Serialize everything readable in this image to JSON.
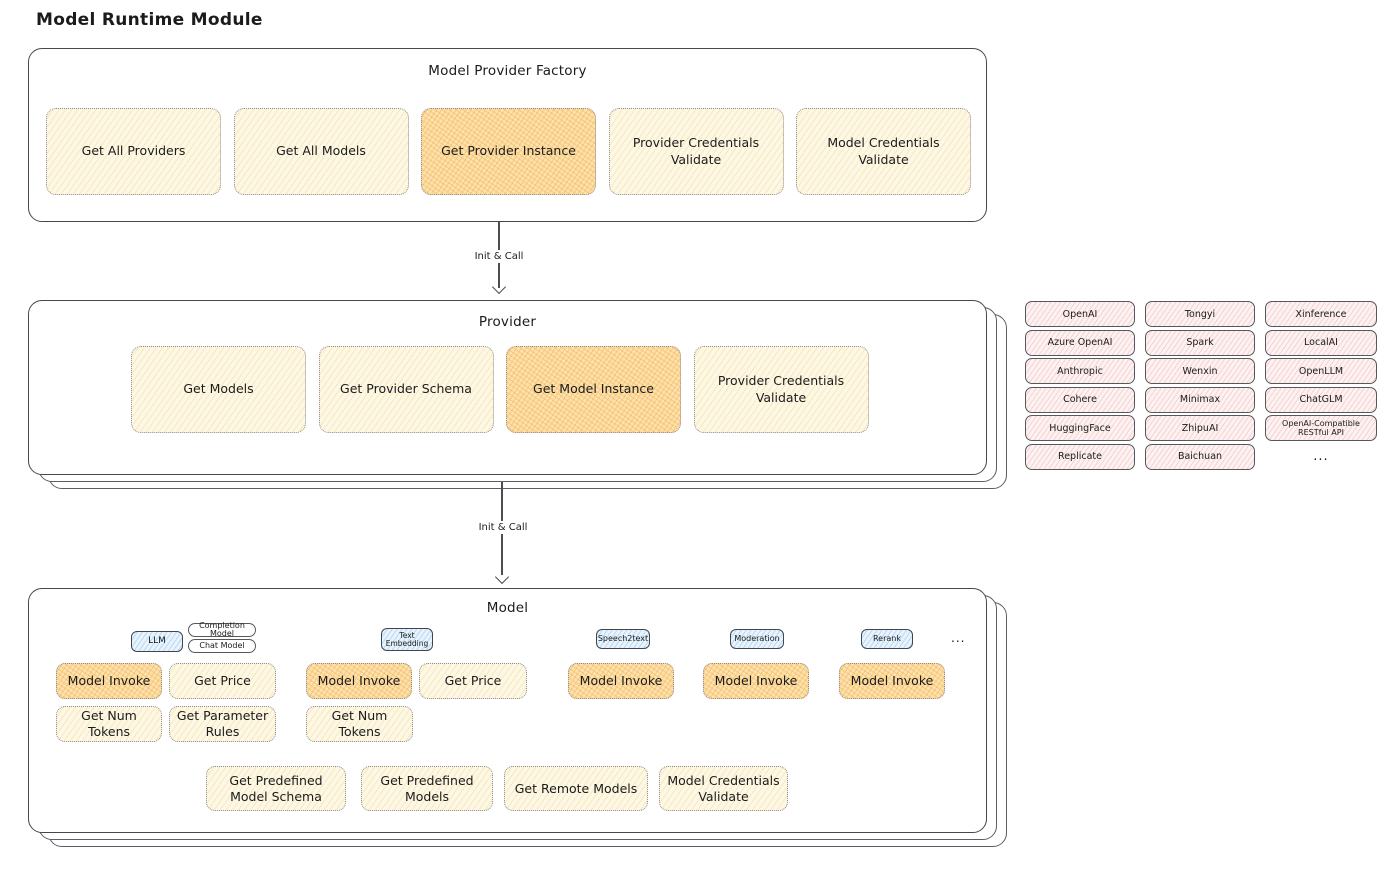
{
  "title": "Model Runtime Module",
  "colors": {
    "stroke": "#45484d",
    "text": "#1b1b1b",
    "yellow_fill": "#fdf8e6",
    "orange_highlight_fill": "#fbe2ae",
    "pink_fill": "#fdf2f2",
    "blue_fill": "#e8f3fc"
  },
  "factory": {
    "title": "Model Provider Factory",
    "boxes": [
      {
        "label": "Get All Providers",
        "highlight": false
      },
      {
        "label": "Get All Models",
        "highlight": false
      },
      {
        "label": "Get Provider Instance",
        "highlight": true
      },
      {
        "label": "Provider Credentials Validate",
        "highlight": false
      },
      {
        "label": "Model Credentials Validate",
        "highlight": false
      }
    ]
  },
  "arrow1": {
    "label": "Init & Call"
  },
  "arrow2": {
    "label": "Init & Call"
  },
  "provider": {
    "title": "Provider",
    "boxes": [
      {
        "label": "Get Models",
        "highlight": false
      },
      {
        "label": "Get Provider Schema",
        "highlight": false
      },
      {
        "label": "Get Model Instance",
        "highlight": true
      },
      {
        "label": "Provider Credentials Validate",
        "highlight": false
      }
    ]
  },
  "providers_list": {
    "col1": [
      "OpenAI",
      "Azure OpenAI",
      "Anthropic",
      "Cohere",
      "HuggingFace",
      "Replicate"
    ],
    "col2": [
      "Tongyi",
      "Spark",
      "Wenxin",
      "Minimax",
      "ZhipuAI",
      "Baichuan"
    ],
    "col3": [
      "Xinference",
      "LocalAI",
      "OpenLLM",
      "ChatGLM",
      "OpenAI-Compatible RESTful API"
    ],
    "more": "..."
  },
  "model": {
    "title": "Model",
    "tags": {
      "llm": "LLM",
      "completion": "Completion Model",
      "chat": "Chat Model",
      "text_embedding": "Text Embedding",
      "speech2text": "Speech2text",
      "moderation": "Moderation",
      "rerank": "Rerank",
      "more": "..."
    },
    "llm_boxes": {
      "invoke": "Model Invoke",
      "price": "Get Price",
      "num_tokens": "Get Num Tokens",
      "param_rules": "Get Parameter Rules"
    },
    "embedding_boxes": {
      "invoke": "Model Invoke",
      "price": "Get Price",
      "num_tokens": "Get Num Tokens"
    },
    "speech_boxes": {
      "invoke": "Model Invoke"
    },
    "moderation_boxes": {
      "invoke": "Model Invoke"
    },
    "rerank_boxes": {
      "invoke": "Model Invoke"
    },
    "bottom_boxes": [
      "Get Predefined Model Schema",
      "Get Predefined Models",
      "Get Remote Models",
      "Model Credentials Validate"
    ]
  }
}
